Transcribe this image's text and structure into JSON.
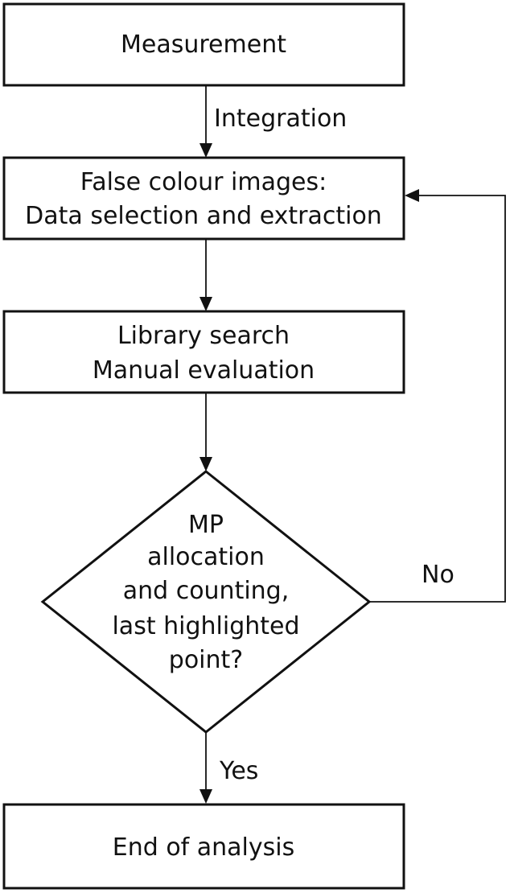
{
  "nodes": {
    "measurement": {
      "label": "Measurement"
    },
    "false_colour": {
      "line1": "False colour images:",
      "line2": "Data selection and extraction"
    },
    "library": {
      "line1": "Library search",
      "line2": "Manual evaluation"
    },
    "decision": {
      "line1": "MP",
      "line2": "allocation",
      "line3": "and counting,",
      "line4": "last highlighted",
      "line5": "point?"
    },
    "end": {
      "label": "End of analysis"
    }
  },
  "edges": {
    "integration": "Integration",
    "no": "No",
    "yes": "Yes"
  }
}
